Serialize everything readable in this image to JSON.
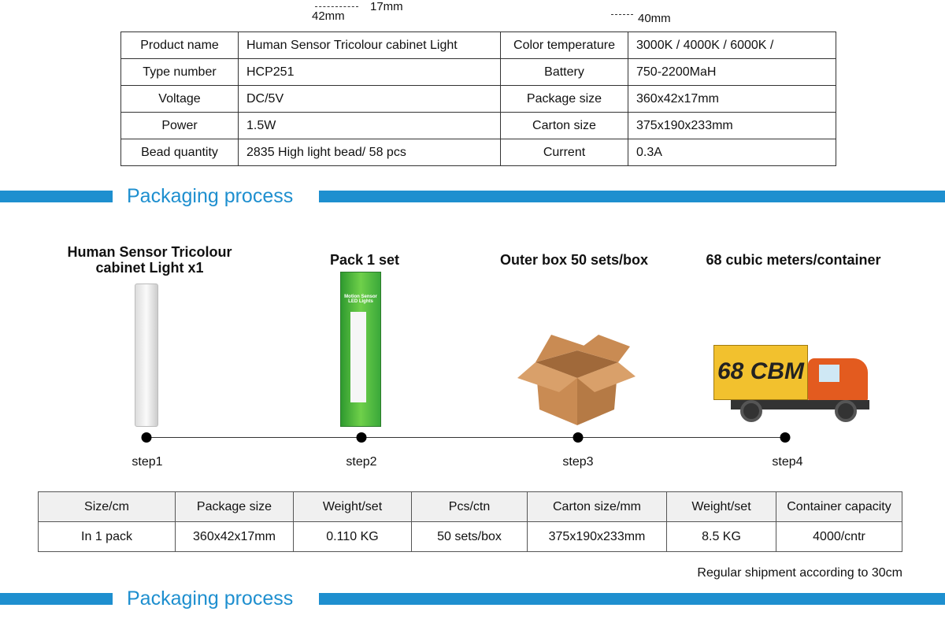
{
  "dimensions": {
    "depth": "17mm",
    "width": "42mm",
    "right_width": "40mm"
  },
  "spec_table": [
    [
      "Product name",
      "Human Sensor Tricolour cabinet Light",
      "Color temperature",
      "3000K / 4000K / 6000K /"
    ],
    [
      "Type number",
      "HCP251",
      "Battery",
      "750-2200MaH"
    ],
    [
      "Voltage",
      "DC/5V",
      "Package size",
      "360x42x17mm"
    ],
    [
      "Power",
      "1.5W",
      "Carton size",
      "375x190x233mm"
    ],
    [
      "Bead quantity",
      "2835 High light bead/ 58 pcs",
      "Current",
      "0.3A"
    ]
  ],
  "section_title": "Packaging process",
  "steps": [
    {
      "title": "Human Sensor Tricolour cabinet Light  x1",
      "label": "step1"
    },
    {
      "title": "Pack 1 set",
      "label": "step2",
      "box_text": "Motion Sensor LED Lights"
    },
    {
      "title": "Outer box 50 sets/box",
      "label": "step3"
    },
    {
      "title": "68 cubic meters/container",
      "label": "step4",
      "truck_text": "68 CBM"
    }
  ],
  "pack_table": {
    "headers": [
      "Size/cm",
      "Package size",
      "Weight/set",
      "Pcs/ctn",
      "Carton size/mm",
      "Weight/set",
      "Container capacity"
    ],
    "row": [
      "In 1 pack",
      "360x42x17mm",
      "0.110 KG",
      "50 sets/box",
      "375x190x233mm",
      "8.5 KG",
      "4000/cntr"
    ]
  },
  "note": "Regular shipment according to 30cm",
  "colors": {
    "accent": "#1e8fcf"
  }
}
